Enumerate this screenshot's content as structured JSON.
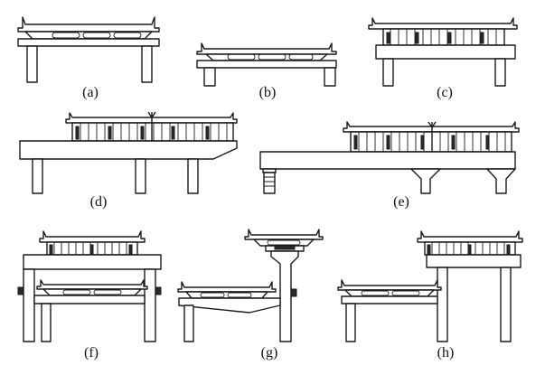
{
  "panels": [
    {
      "id": "a",
      "label": "(a)"
    },
    {
      "id": "b",
      "label": "(b)"
    },
    {
      "id": "c",
      "label": "(c)"
    },
    {
      "id": "d",
      "label": "(d)"
    },
    {
      "id": "e",
      "label": "(e)"
    },
    {
      "id": "f",
      "label": "(f)"
    },
    {
      "id": "g",
      "label": "(g)"
    },
    {
      "id": "h",
      "label": "(h)"
    }
  ]
}
